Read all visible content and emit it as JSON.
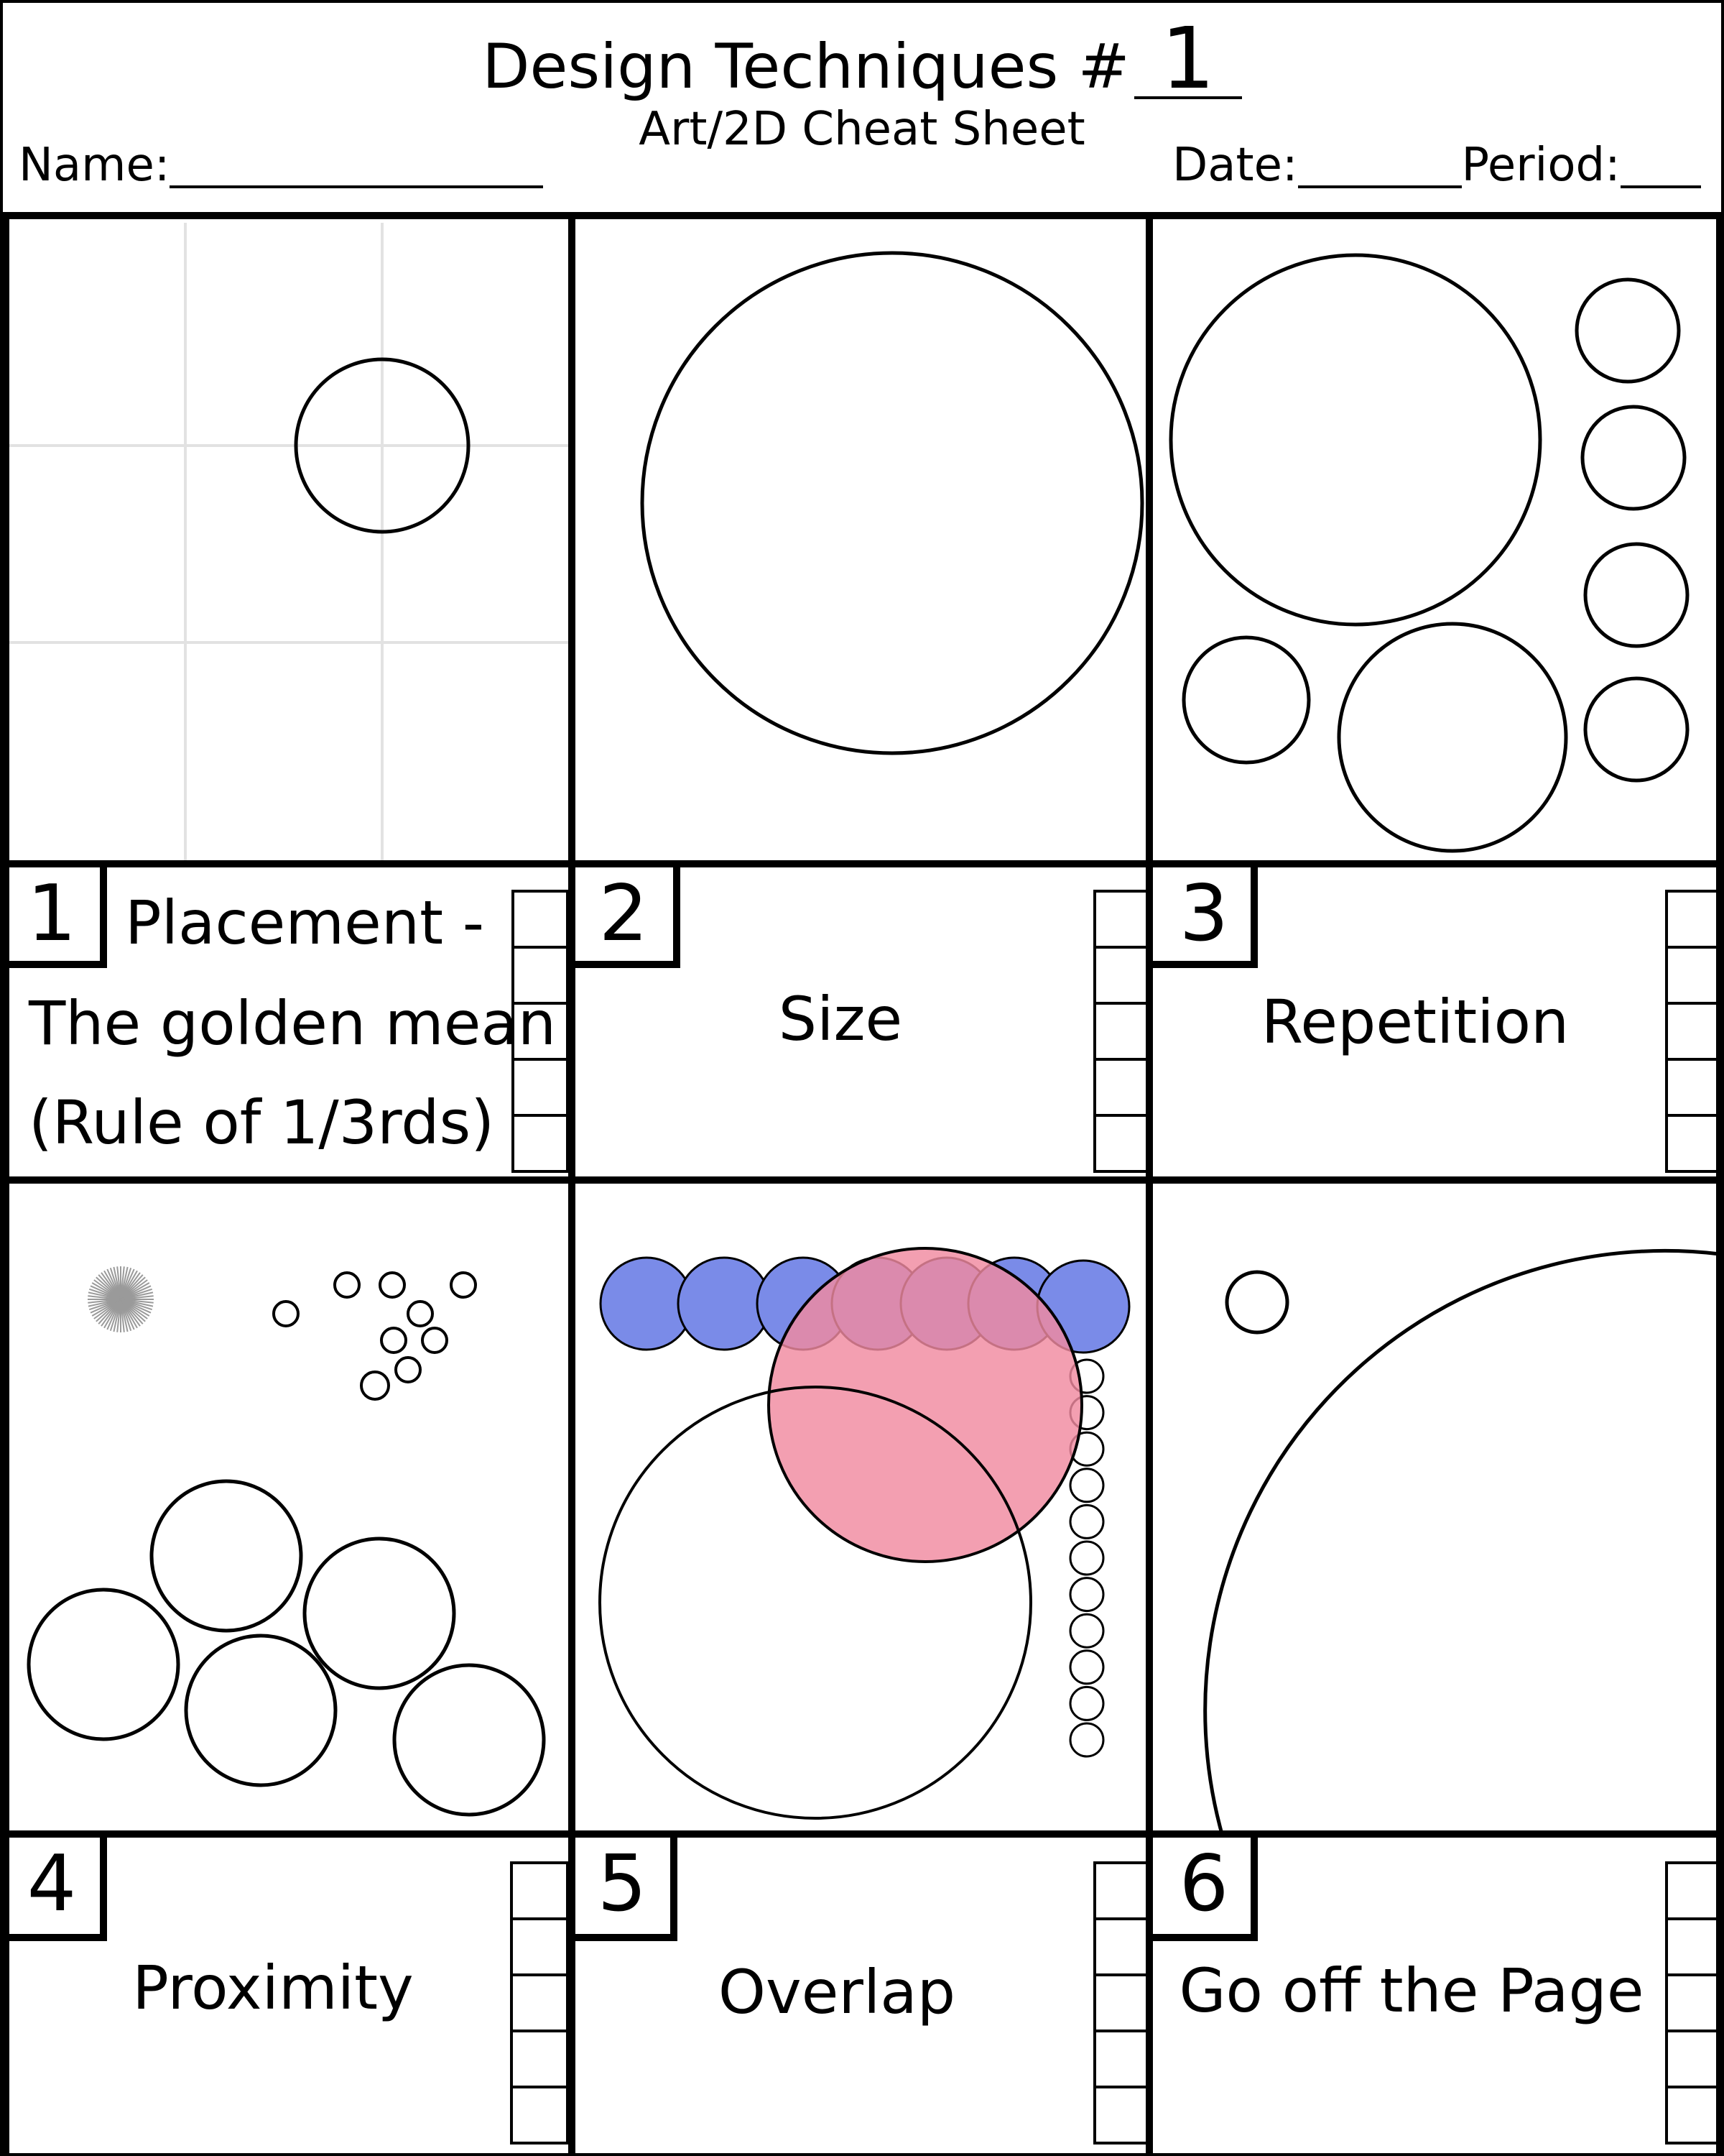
{
  "header": {
    "title_prefix": "Design Techniques #",
    "title_number": "1",
    "subtitle": "Art/2D Cheat Sheet",
    "name_label": "Name:",
    "date_label": "Date:",
    "period_label": "Period:"
  },
  "panels": [
    {
      "number": "1",
      "label_lines": [
        "Placement -",
        "The golden mean",
        "(Rule of 1/3rds)"
      ]
    },
    {
      "number": "2",
      "label": "Size"
    },
    {
      "number": "3",
      "label": "Repetition"
    },
    {
      "number": "4",
      "label": "Proximity"
    },
    {
      "number": "5",
      "label": "Overlap"
    },
    {
      "number": "6",
      "label": "Go off the Page"
    }
  ],
  "colors": {
    "ink": "#000000",
    "guide_grid": "#e2e2e2",
    "overlap_blue": "#7a8be8",
    "overlap_pink": "#f08aa0",
    "burst_gray": "#9a9a9a"
  }
}
